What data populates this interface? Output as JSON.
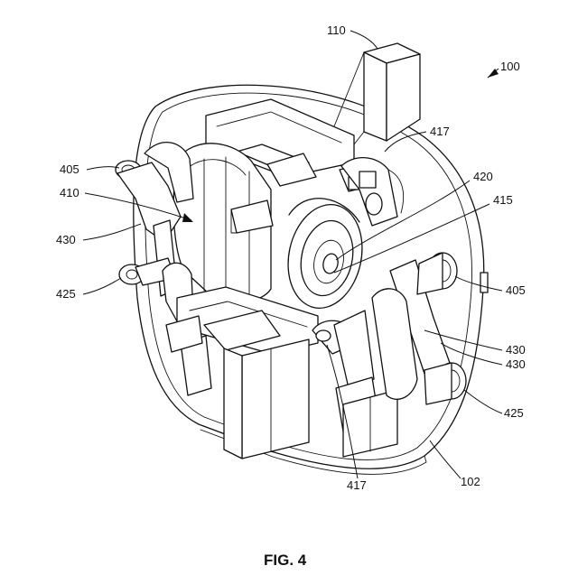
{
  "figure": {
    "caption": "FIG. 4",
    "labels": {
      "ref_100": "100",
      "ref_110": "110",
      "ref_417_top": "417",
      "ref_405_left": "405",
      "ref_410": "410",
      "ref_420": "420",
      "ref_415": "415",
      "ref_430_left": "430",
      "ref_425_left": "425",
      "ref_405_right": "405",
      "ref_430_right_a": "430",
      "ref_430_right_b": "430",
      "ref_425_right": "425",
      "ref_417_bottom": "417",
      "ref_102": "102"
    }
  }
}
